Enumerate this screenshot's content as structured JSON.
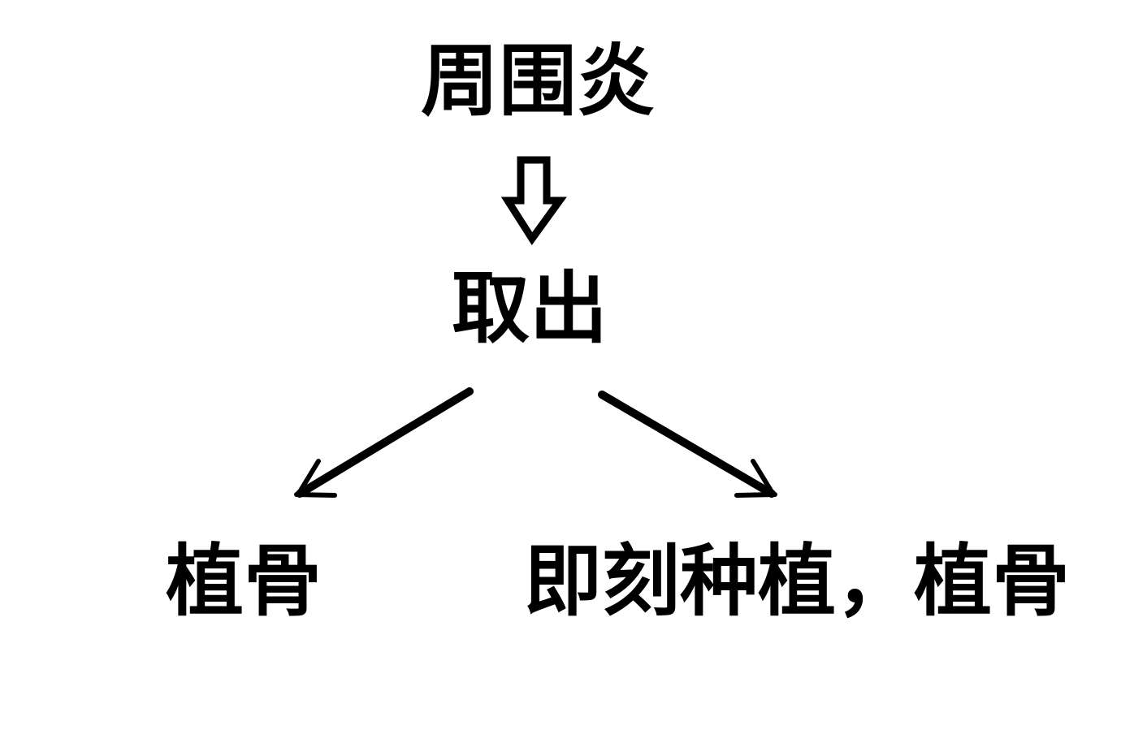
{
  "diagram": {
    "type": "flowchart",
    "title": "周围炎",
    "step": "取出",
    "outcome_left": "植骨",
    "outcome_right": "即刻种植，植骨",
    "connections": [
      {
        "from": "周围炎",
        "to": "取出",
        "style": "hollow-block-arrow-down"
      },
      {
        "from": "取出",
        "to": "植骨",
        "style": "line-arrow-diagonal-left"
      },
      {
        "from": "取出",
        "to": "即刻种植，植骨",
        "style": "line-arrow-diagonal-right"
      }
    ]
  },
  "colors": {
    "ink": "#000000",
    "background": "#ffffff"
  }
}
